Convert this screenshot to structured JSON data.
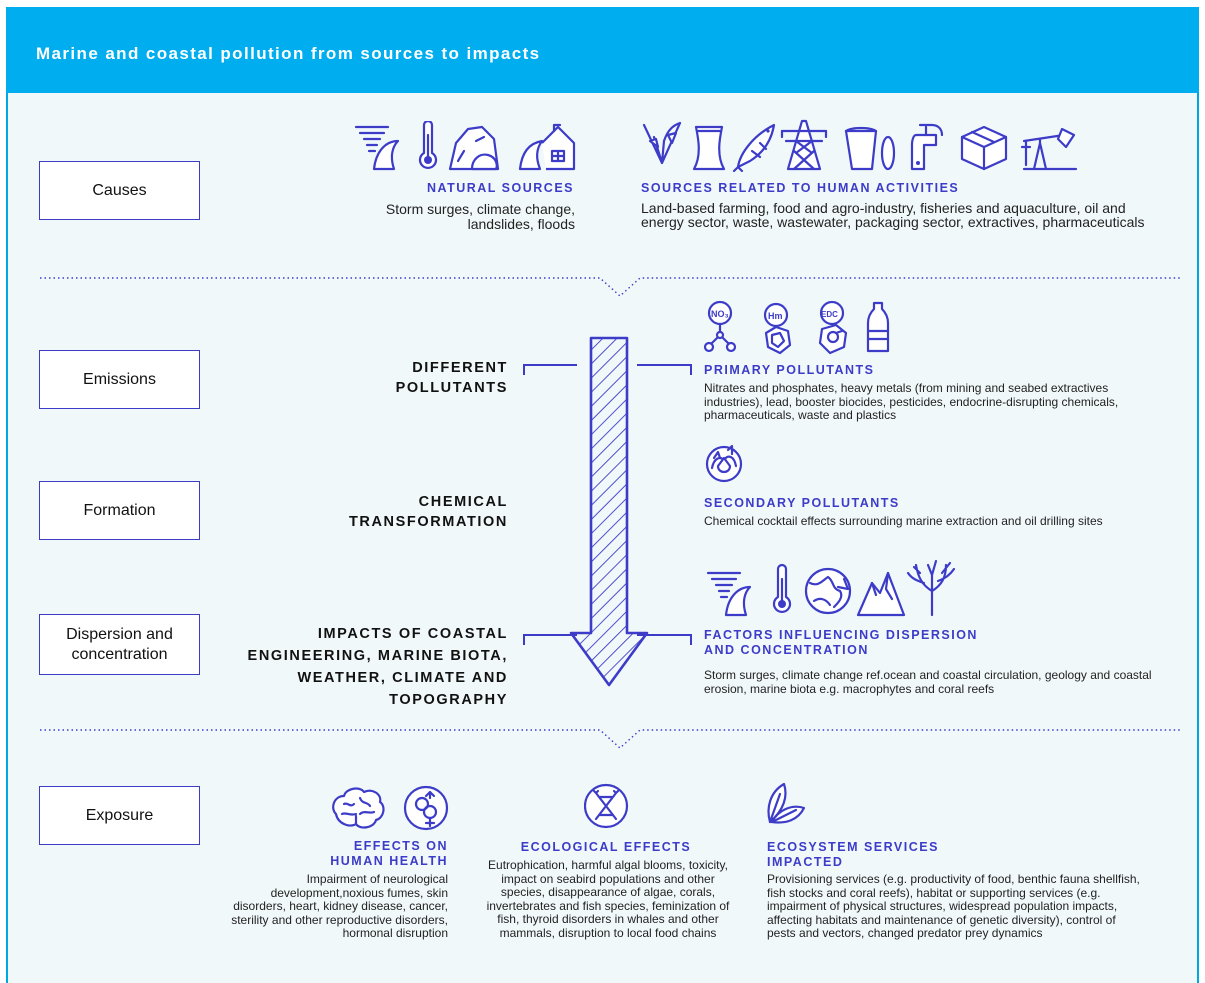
{
  "title": "Marine and coastal pollution from sources to impacts",
  "colors": {
    "header": "#00aeef",
    "accent": "#3c3cc8",
    "background": "#f1f8fa"
  },
  "stages": {
    "causes": "Causes",
    "emissions": "Emissions",
    "formation": "Formation",
    "dispersion": "Dispersion and concentration",
    "exposure": "Exposure"
  },
  "causes": {
    "natural": {
      "heading": "NATURAL SOURCES",
      "text": "Storm surges, climate change, landslides, floods",
      "icons": [
        "storm-surge-icon",
        "thermometer-icon",
        "landslide-icon",
        "flood-house-icon"
      ]
    },
    "human": {
      "heading": "SOURCES RELATED TO HUMAN ACTIVITIES",
      "text": "Land-based farming, food and agro-industry, fisheries and aquaculture, oil and energy sector, waste, wastewater, packaging sector, extractives, pharmaceuticals",
      "icons": [
        "wheat-icon",
        "cooling-tower-icon",
        "fish-icon",
        "power-pylon-icon",
        "waste-bin-icon",
        "faucet-icon",
        "package-box-icon",
        "oil-pump-icon"
      ]
    }
  },
  "center": {
    "pollutants": "DIFFERENT POLLUTANTS",
    "transformation": "CHEMICAL TRANSFORMATION",
    "impacts": "IMPACTS OF COASTAL ENGINEERING, MARINE BIOTA, WEATHER, CLIMATE AND TOPOGRAPHY"
  },
  "primary": {
    "heading": "PRIMARY POLLUTANTS",
    "text": "Nitrates and phosphates, heavy metals (from mining and seabed extractives industries), lead, booster biocides, pesticides, endocrine-disrupting chemicals, pharmaceuticals, waste and plastics",
    "icon_labels": [
      "NO₃",
      "Hm",
      "EDC"
    ]
  },
  "secondary": {
    "heading": "SECONDARY POLLUTANTS",
    "text": "Chemical cocktail effects  surrounding marine extraction and oil drilling sites"
  },
  "factors": {
    "heading": "FACTORS INFLUENCING DISPERSION AND CONCENTRATION",
    "text": "Storm surges, climate change ref.ocean and coastal circulation, geology and coastal erosion, marine biota e.g. macrophytes and coral reefs"
  },
  "health": {
    "heading": "EFFECTS ON HUMAN HEALTH",
    "text": "Impairment of neurological development,noxious fumes, skin disorders, heart, kidney disease, cancer, sterility and other reproductive disorders, hormonal disruption"
  },
  "ecological": {
    "heading": "ECOLOGICAL EFFECTS",
    "text": "Eutrophication, harmful algal blooms, toxicity, impact on seabird populations and other species, disappearance of algae, corals, invertebrates and fish species, feminization of fish, thyroid disorders in whales and other mammals, disruption to local food chains"
  },
  "ecosystem": {
    "heading": "ECOSYSTEM SERVICES IMPACTED",
    "text": "Provisioning services (e.g. productivity of food, benthic fauna shellfish, fish stocks and coral reefs), habitat or supporting services (e.g. impairment of physical structures, widespread population impacts, affecting habitats and maintenance of genetic diversity), control of pests and vectors, changed predator prey dynamics"
  }
}
